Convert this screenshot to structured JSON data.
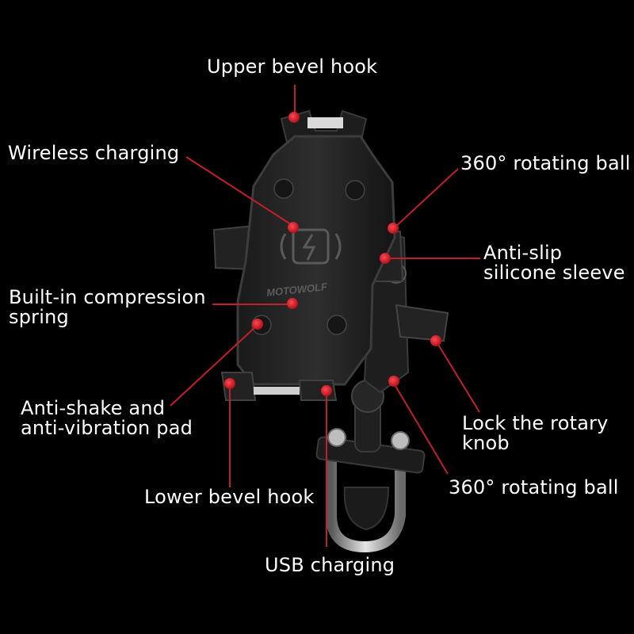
{
  "labels": {
    "upper_bevel_hook": "Upper bevel hook",
    "wireless_charging": "Wireless charging",
    "rotating_ball_top": "360° rotating ball",
    "anti_slip_1": "Anti-slip",
    "anti_slip_2": "silicone sleeve",
    "compression_1": "Built-in compression",
    "compression_2": "spring",
    "anti_shake_1": "Anti-shake and",
    "anti_shake_2": "anti-vibration pad",
    "lock_knob_1": "Lock the rotary",
    "lock_knob_2": "knob",
    "lower_bevel_hook": "Lower bevel hook",
    "rotating_ball_bottom": "360° rotating ball",
    "usb_charging": "USB charging"
  },
  "product": {
    "brand_mark": "MOTOWOLF",
    "wireless_icon": "wireless-charging-icon"
  },
  "colors": {
    "background": "#000000",
    "dot": "#d81e2a",
    "leader_line": "#c0202a",
    "label_text": "#ffffff"
  }
}
